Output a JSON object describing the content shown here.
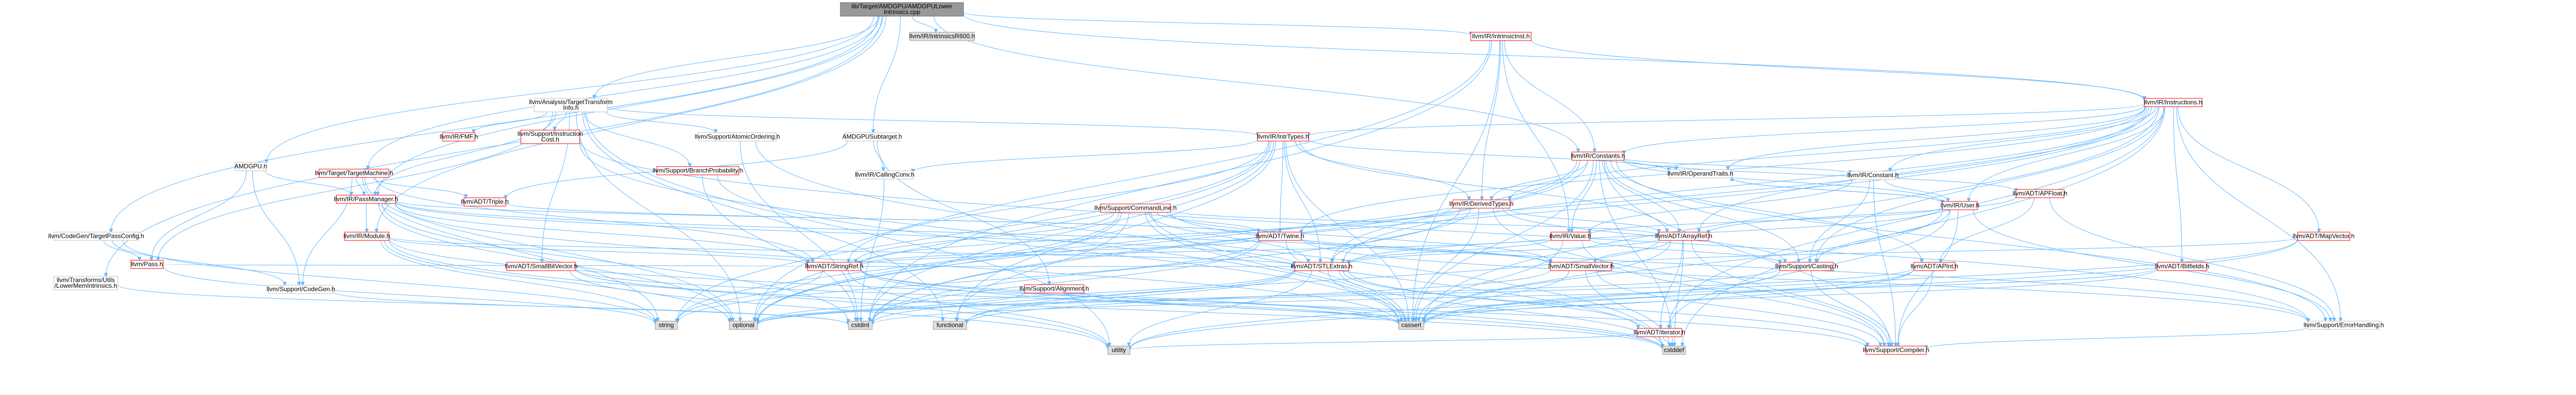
{
  "colors": {
    "edge": "#63b8ff",
    "root_fill": "#999999",
    "external_fill": "#e0e0e0",
    "external_border": "#999999",
    "internal_fill": "#ffffff",
    "internal_border": "#bfbfbf",
    "linked_border": "#ff0000",
    "text": "#000000"
  },
  "graph": {
    "nodes": [
      {
        "id": "root",
        "lines": [
          "lib/Target/AMDGPU/AMDGPULower",
          "Intrinsics.cpp"
        ],
        "kind": "root"
      },
      {
        "id": "r600",
        "lines": [
          "llvm/IR/IntrinsicsR600.h"
        ],
        "kind": "external"
      },
      {
        "id": "intrimpl",
        "lines": [
          "llvm/IR/IntrinsicInst.h"
        ],
        "kind": "linked"
      },
      {
        "id": "insts",
        "lines": [
          "llvm/IR/Instructions.h"
        ],
        "kind": "linked"
      },
      {
        "id": "tti",
        "lines": [
          "llvm/Analysis/TargetTransform",
          "Info.h"
        ],
        "kind": "internal"
      },
      {
        "id": "ihalf",
        "lines": [
          "llvm/IR/FMF.h"
        ],
        "kind": "linked"
      },
      {
        "id": "instcost",
        "lines": [
          "llvm/Support/Instruction",
          "Cost.h"
        ],
        "kind": "linked"
      },
      {
        "id": "atomic",
        "lines": [
          "llvm/Support/AtomicOrdering.h"
        ],
        "kind": "internal"
      },
      {
        "id": "subtarget",
        "lines": [
          "AMDGPUSubtarget.h"
        ],
        "kind": "internal"
      },
      {
        "id": "inttypes",
        "lines": [
          "llvm/IR/IntrTypes.h"
        ],
        "kind": "linked"
      },
      {
        "id": "consts",
        "lines": [
          "llvm/IR/Constants.h"
        ],
        "kind": "linked"
      },
      {
        "id": "amdgpuh",
        "lines": [
          "AMDGPU.h"
        ],
        "kind": "internal"
      },
      {
        "id": "tm",
        "lines": [
          "llvm/Target/TargetMachine.h"
        ],
        "kind": "linked"
      },
      {
        "id": "branchprob",
        "lines": [
          "llvm/Support/BranchProbability.h"
        ],
        "kind": "linked"
      },
      {
        "id": "callconv",
        "lines": [
          "llvm/IR/CallingConv.h"
        ],
        "kind": "internal"
      },
      {
        "id": "optraits",
        "lines": [
          "llvm/IR/OperandTraits.h"
        ],
        "kind": "internal"
      },
      {
        "id": "constant",
        "lines": [
          "llvm/IR/Constant.h"
        ],
        "kind": "internal"
      },
      {
        "id": "apfloat",
        "lines": [
          "llvm/ADT/APFloat.h"
        ],
        "kind": "linked"
      },
      {
        "id": "triple",
        "lines": [
          "llvm/ADT/Triple.h"
        ],
        "kind": "linked"
      },
      {
        "id": "passmgr",
        "lines": [
          "llvm/IR/PassManager.h"
        ],
        "kind": "linked"
      },
      {
        "id": "derivedtypes",
        "lines": [
          "llvm/IR/DerivedTypes.h"
        ],
        "kind": "linked"
      },
      {
        "id": "cmdline",
        "lines": [
          "llvm/Support/CommandLine.h"
        ],
        "kind": "linked"
      },
      {
        "id": "user",
        "lines": [
          "llvm/IR/User.h"
        ],
        "kind": "linked"
      },
      {
        "id": "cgpassconfig",
        "lines": [
          "llvm/CodeGen/TargetPassConfig.h"
        ],
        "kind": "internal"
      },
      {
        "id": "module",
        "lines": [
          "llvm/IR/Module.h"
        ],
        "kind": "linked"
      },
      {
        "id": "twine",
        "lines": [
          "llvm/ADT/Twine.h"
        ],
        "kind": "linked"
      },
      {
        "id": "value",
        "lines": [
          "llvm/IR/Value.h"
        ],
        "kind": "linked"
      },
      {
        "id": "arrayref",
        "lines": [
          "llvm/ADT/ArrayRef.h"
        ],
        "kind": "linked"
      },
      {
        "id": "mapvector",
        "lines": [
          "llvm/ADT/MapVector.h"
        ],
        "kind": "linked"
      },
      {
        "id": "pass",
        "lines": [
          "llvm/Pass.h"
        ],
        "kind": "linked"
      },
      {
        "id": "smallbitvec",
        "lines": [
          "llvm/ADT/SmallBitVector.h"
        ],
        "kind": "linked"
      },
      {
        "id": "stringref",
        "lines": [
          "llvm/ADT/StringRef.h"
        ],
        "kind": "linked"
      },
      {
        "id": "stlextras",
        "lines": [
          "llvm/ADT/STLExtras.h"
        ],
        "kind": "linked"
      },
      {
        "id": "smallvec",
        "lines": [
          "llvm/ADT/SmallVector.h"
        ],
        "kind": "linked"
      },
      {
        "id": "casting",
        "lines": [
          "llvm/Support/Casting.h"
        ],
        "kind": "linked"
      },
      {
        "id": "apint",
        "lines": [
          "llvm/ADT/APInt.h"
        ],
        "kind": "linked"
      },
      {
        "id": "bitfields",
        "lines": [
          "llvm/ADT/Bitfields.h"
        ],
        "kind": "linked"
      },
      {
        "id": "translower",
        "lines": [
          "llvm/Transforms/Utils",
          "/LowerMemIntrinsics.h"
        ],
        "kind": "internal"
      },
      {
        "id": "cgcodegen",
        "lines": [
          "llvm/Support/CodeGen.h"
        ],
        "kind": "internal"
      },
      {
        "id": "alignment",
        "lines": [
          "llvm/Support/Alignment.h"
        ],
        "kind": "linked"
      },
      {
        "id": "string",
        "lines": [
          "string"
        ],
        "kind": "external"
      },
      {
        "id": "optional",
        "lines": [
          "optional"
        ],
        "kind": "external"
      },
      {
        "id": "cstdint",
        "lines": [
          "cstdint"
        ],
        "kind": "external"
      },
      {
        "id": "functional",
        "lines": [
          "functional"
        ],
        "kind": "external"
      },
      {
        "id": "cassert",
        "lines": [
          "cassert"
        ],
        "kind": "external"
      },
      {
        "id": "errhandling",
        "lines": [
          "llvm/Support/ErrorHandling.h"
        ],
        "kind": "internal"
      },
      {
        "id": "iterator",
        "lines": [
          "llvm/ADT/iterator.h"
        ],
        "kind": "linked"
      },
      {
        "id": "utility",
        "lines": [
          "utility"
        ],
        "kind": "external"
      },
      {
        "id": "cstddef",
        "lines": [
          "cstddef"
        ],
        "kind": "external"
      },
      {
        "id": "compiler",
        "lines": [
          "llvm/Support/Compiler.h"
        ],
        "kind": "linked"
      }
    ],
    "edges": [
      [
        "root",
        "r600"
      ],
      [
        "root",
        "intrimpl"
      ],
      [
        "root",
        "insts"
      ],
      [
        "root",
        "tti"
      ],
      [
        "root",
        "subtarget"
      ],
      [
        "root",
        "consts"
      ],
      [
        "root",
        "amdgpuh"
      ],
      [
        "root",
        "tm"
      ],
      [
        "root",
        "cgpassconfig"
      ],
      [
        "root",
        "translower"
      ],
      [
        "root",
        "module"
      ],
      [
        "root",
        "passmgr"
      ],
      [
        "intrimpl",
        "derivedtypes"
      ],
      [
        "intrimpl",
        "insts"
      ],
      [
        "intrimpl",
        "consts"
      ],
      [
        "intrimpl",
        "cassert"
      ],
      [
        "intrimpl",
        "cstdint"
      ],
      [
        "intrimpl",
        "optional"
      ],
      [
        "intrimpl",
        "value"
      ],
      [
        "insts",
        "user"
      ],
      [
        "insts",
        "derivedtypes"
      ],
      [
        "insts",
        "consts"
      ],
      [
        "insts",
        "constant"
      ],
      [
        "insts",
        "optraits"
      ],
      [
        "insts",
        "inttypes"
      ],
      [
        "insts",
        "mapvector"
      ],
      [
        "insts",
        "bitfields"
      ],
      [
        "insts",
        "cassert"
      ],
      [
        "insts",
        "iterator"
      ],
      [
        "insts",
        "stlextras"
      ],
      [
        "insts",
        "arrayref"
      ],
      [
        "insts",
        "casting"
      ],
      [
        "insts",
        "errhandling"
      ],
      [
        "insts",
        "twine"
      ],
      [
        "insts",
        "cstddef"
      ],
      [
        "insts",
        "cstdint"
      ],
      [
        "insts",
        "optional"
      ],
      [
        "tti",
        "ihalf"
      ],
      [
        "tti",
        "instcost"
      ],
      [
        "tti",
        "atomic"
      ],
      [
        "tti",
        "inttypes"
      ],
      [
        "tti",
        "passmgr"
      ],
      [
        "tti",
        "pass"
      ],
      [
        "tti",
        "smallbitvec"
      ],
      [
        "tti",
        "branchprob"
      ],
      [
        "tti",
        "optional"
      ],
      [
        "tti",
        "functional"
      ],
      [
        "tti",
        "utility"
      ],
      [
        "instcost",
        "cassert"
      ],
      [
        "instcost",
        "errhandling"
      ],
      [
        "subtarget",
        "callconv"
      ],
      [
        "subtarget",
        "alignment"
      ],
      [
        "subtarget",
        "triple"
      ],
      [
        "inttypes",
        "derivedtypes"
      ],
      [
        "inttypes",
        "callconv"
      ],
      [
        "inttypes",
        "twine"
      ],
      [
        "inttypes",
        "stringref"
      ],
      [
        "inttypes",
        "arrayref"
      ],
      [
        "inttypes",
        "stlextras"
      ],
      [
        "inttypes",
        "optraits"
      ],
      [
        "inttypes",
        "cassert"
      ],
      [
        "inttypes",
        "functional"
      ],
      [
        "inttypes",
        "optional"
      ],
      [
        "inttypes",
        "string"
      ],
      [
        "inttypes",
        "cstdint"
      ],
      [
        "consts",
        "constant"
      ],
      [
        "consts",
        "apfloat"
      ],
      [
        "consts",
        "apint"
      ],
      [
        "consts",
        "derivedtypes"
      ],
      [
        "consts",
        "optraits"
      ],
      [
        "consts",
        "user"
      ],
      [
        "consts",
        "value"
      ],
      [
        "consts",
        "arrayref"
      ],
      [
        "consts",
        "stlextras"
      ],
      [
        "consts",
        "casting"
      ],
      [
        "consts",
        "compiler"
      ],
      [
        "consts",
        "errhandling"
      ],
      [
        "consts",
        "cstddef"
      ],
      [
        "consts",
        "cstdint"
      ],
      [
        "consts",
        "optional"
      ],
      [
        "consts",
        "cassert"
      ],
      [
        "amdgpuh",
        "cgcodegen"
      ],
      [
        "amdgpuh",
        "pass"
      ],
      [
        "amdgpuh",
        "passmgr"
      ],
      [
        "tm",
        "triple"
      ],
      [
        "tm",
        "passmgr"
      ],
      [
        "tm",
        "cgcodegen"
      ],
      [
        "tm",
        "stringref"
      ],
      [
        "tm",
        "optional"
      ],
      [
        "tm",
        "string"
      ],
      [
        "constant",
        "user"
      ],
      [
        "constant",
        "value"
      ],
      [
        "constant",
        "casting"
      ],
      [
        "constant",
        "compiler"
      ],
      [
        "apfloat",
        "apint"
      ],
      [
        "apfloat",
        "arrayref"
      ],
      [
        "apfloat",
        "errhandling"
      ],
      [
        "triple",
        "twine"
      ],
      [
        "passmgr",
        "module"
      ],
      [
        "passmgr",
        "stlextras"
      ],
      [
        "passmgr",
        "smallvec"
      ],
      [
        "passmgr",
        "stringref"
      ],
      [
        "passmgr",
        "twine"
      ],
      [
        "passmgr",
        "cassert"
      ],
      [
        "passmgr",
        "cstdint"
      ],
      [
        "passmgr",
        "optional"
      ],
      [
        "derivedtypes",
        "arrayref"
      ],
      [
        "derivedtypes",
        "stlextras"
      ],
      [
        "derivedtypes",
        "stringref"
      ],
      [
        "derivedtypes",
        "casting"
      ],
      [
        "derivedtypes",
        "compiler"
      ],
      [
        "derivedtypes",
        "cassert"
      ],
      [
        "derivedtypes",
        "cstdint"
      ],
      [
        "cmdline",
        "arrayref"
      ],
      [
        "cmdline",
        "smallvec"
      ],
      [
        "cmdline",
        "stringref"
      ],
      [
        "cmdline",
        "twine"
      ],
      [
        "cmdline",
        "stlextras"
      ],
      [
        "cmdline",
        "errhandling"
      ],
      [
        "cmdline",
        "functional"
      ],
      [
        "cmdline",
        "cassert"
      ],
      [
        "cmdline",
        "string"
      ],
      [
        "cmdline",
        "cstddef"
      ],
      [
        "cmdline",
        "optional"
      ],
      [
        "user",
        "value"
      ],
      [
        "user",
        "optraits"
      ],
      [
        "user",
        "casting"
      ],
      [
        "user",
        "compiler"
      ],
      [
        "user",
        "errhandling"
      ],
      [
        "user",
        "cassert"
      ],
      [
        "user",
        "iterator"
      ],
      [
        "user",
        "stlextras"
      ],
      [
        "cgpassconfig",
        "pass"
      ],
      [
        "cgpassconfig",
        "cgcodegen"
      ],
      [
        "cgpassconfig",
        "string"
      ],
      [
        "module",
        "stringref"
      ],
      [
        "module",
        "stlextras"
      ],
      [
        "module",
        "cstddef"
      ],
      [
        "module",
        "string"
      ],
      [
        "module",
        "optional"
      ],
      [
        "module",
        "utility"
      ],
      [
        "twine",
        "smallvec"
      ],
      [
        "twine",
        "stringref"
      ],
      [
        "twine",
        "errhandling"
      ],
      [
        "twine",
        "cassert"
      ],
      [
        "twine",
        "cstdint"
      ],
      [
        "twine",
        "string"
      ],
      [
        "value",
        "stringref"
      ],
      [
        "value",
        "stlextras"
      ],
      [
        "value",
        "casting"
      ],
      [
        "value",
        "compiler"
      ],
      [
        "value",
        "cassert"
      ],
      [
        "arrayref",
        "smallvec"
      ],
      [
        "arrayref",
        "stlextras"
      ],
      [
        "arrayref",
        "compiler"
      ],
      [
        "arrayref",
        "cassert"
      ],
      [
        "arrayref",
        "cstddef"
      ],
      [
        "arrayref",
        "functional"
      ],
      [
        "arrayref",
        "iterator"
      ],
      [
        "mapvector",
        "smallvec"
      ],
      [
        "mapvector",
        "cassert"
      ],
      [
        "mapvector",
        "utility"
      ],
      [
        "pass",
        "stringref"
      ],
      [
        "pass",
        "string"
      ],
      [
        "smallbitvec",
        "cassert"
      ],
      [
        "smallbitvec",
        "utility"
      ],
      [
        "smallbitvec",
        "cstddef"
      ],
      [
        "stringref",
        "stlextras"
      ],
      [
        "stringref",
        "compiler"
      ],
      [
        "stringref",
        "cassert"
      ],
      [
        "stringref",
        "cstddef"
      ],
      [
        "stringref",
        "string"
      ],
      [
        "stringref",
        "utility"
      ],
      [
        "stlextras",
        "iterator"
      ],
      [
        "stlextras",
        "compiler"
      ],
      [
        "stlextras",
        "cassert"
      ],
      [
        "stlextras",
        "cstddef"
      ],
      [
        "stlextras",
        "functional"
      ],
      [
        "stlextras",
        "utility"
      ],
      [
        "stlextras",
        "optional"
      ],
      [
        "stlextras",
        "cstdint"
      ],
      [
        "smallvec",
        "compiler"
      ],
      [
        "smallvec",
        "cassert"
      ],
      [
        "smallvec",
        "cstddef"
      ],
      [
        "smallvec",
        "functional"
      ],
      [
        "casting",
        "compiler"
      ],
      [
        "casting",
        "cassert"
      ],
      [
        "casting",
        "optional"
      ],
      [
        "apint",
        "compiler"
      ],
      [
        "apint",
        "cassert"
      ],
      [
        "apint",
        "optional"
      ],
      [
        "apint",
        "utility"
      ],
      [
        "bitfields",
        "cassert"
      ],
      [
        "bitfields",
        "cstdint"
      ],
      [
        "translower",
        "cstdint"
      ],
      [
        "cgcodegen",
        "cstdint"
      ],
      [
        "alignment",
        "cassert"
      ],
      [
        "alignment",
        "optional"
      ],
      [
        "errhandling",
        "compiler"
      ],
      [
        "iterator",
        "cstddef"
      ],
      [
        "iterator",
        "utility"
      ],
      [
        "atomic",
        "cstddef"
      ],
      [
        "atomic",
        "cstdint"
      ],
      [
        "branchprob",
        "cassert"
      ],
      [
        "branchprob",
        "cstdint"
      ],
      [
        "optraits",
        "user"
      ],
      [
        "callconv",
        "cstdint"
      ]
    ]
  }
}
